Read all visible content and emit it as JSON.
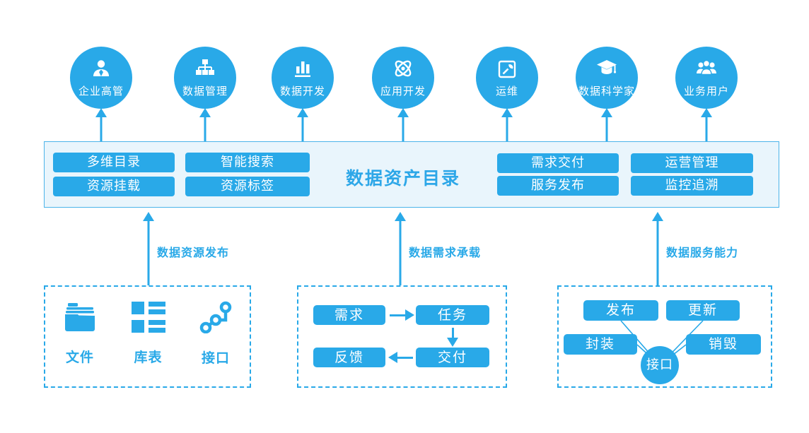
{
  "palette": {
    "accent_blue": "#29A9E8",
    "catalog_bg": "#E9F5FC",
    "catalog_border": "#4CB4E9"
  },
  "roles": [
    {
      "label": "企业高管",
      "icon": "executive-icon"
    },
    {
      "label": "数据管理",
      "icon": "sitemap-icon"
    },
    {
      "label": "数据开发",
      "icon": "bar-chart-icon"
    },
    {
      "label": "应用开发",
      "icon": "atom-icon"
    },
    {
      "label": "运维",
      "icon": "maintenance-icon"
    },
    {
      "label": "数据科学家",
      "icon": "graduation-cap-icon"
    },
    {
      "label": "业务用户",
      "icon": "users-icon"
    }
  ],
  "catalog": {
    "title": "数据资产目录",
    "left_buttons": [
      "多维目录",
      "智能搜索",
      "资源挂载",
      "资源标签"
    ],
    "right_buttons": [
      "需求交付",
      "运营管理",
      "服务发布",
      "监控追溯"
    ]
  },
  "flow_labels": [
    "数据资源发布",
    "数据需求承载",
    "数据服务能力"
  ],
  "resource_panel": {
    "items": [
      {
        "label": "文件",
        "icon": "folder-icon"
      },
      {
        "label": "库表",
        "icon": "table-icon"
      },
      {
        "label": "接口",
        "icon": "api-nodes-icon"
      }
    ]
  },
  "demand_panel": {
    "nodes": {
      "demand": "需求",
      "task": "任务",
      "feedback": "反馈",
      "delivery": "交付"
    }
  },
  "service_panel": {
    "buttons": {
      "publish": "发布",
      "update": "更新",
      "package": "封装",
      "destroy": "销毁"
    },
    "hub": "接口"
  }
}
